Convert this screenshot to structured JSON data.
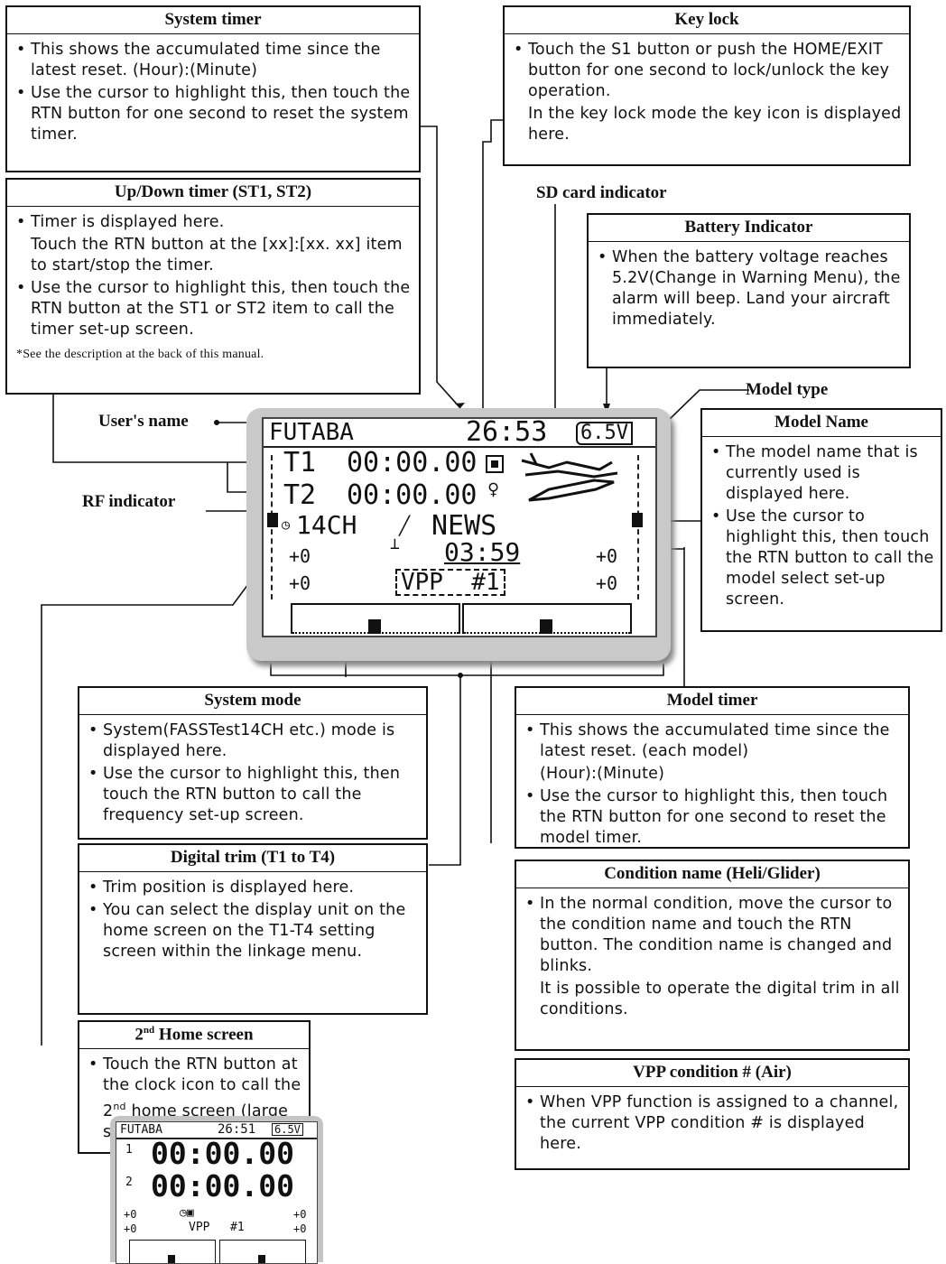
{
  "boxes": {
    "system_timer": {
      "title": "System timer",
      "items": [
        "This shows the accumulated time since the latest reset. (Hour):(Minute)",
        "Use the cursor to highlight this, then touch the RTN button for one second to reset the system timer."
      ]
    },
    "key_lock": {
      "title": "Key lock",
      "item": "Touch the S1 button or push the HOME/EXIT button for one second to lock/unlock the key operation.",
      "para": "In the key lock mode the key icon is displayed here."
    },
    "updown_timer": {
      "title": "Up/Down timer (ST1, ST2)",
      "item1": "Timer is displayed here.",
      "para1": "Touch the RTN button at the [xx]:[xx. xx] item to start/stop the timer.",
      "item2": "Use the cursor to highlight this, then touch the RTN button at the ST1 or ST2 item to call the timer set-up screen.",
      "note": "*See the description at the back of this manual."
    },
    "battery": {
      "title": "Battery Indicator",
      "item": "When the battery voltage reaches 5.2V(Change in Warning Menu), the alarm will beep. Land your aircraft immediately."
    },
    "model_name": {
      "title": "Model Name",
      "items": [
        "The model name that is currently used is displayed here.",
        "Use the cursor to highlight this, then touch the RTN button to call the model select set-up screen."
      ]
    },
    "system_mode": {
      "title": "System mode",
      "items": [
        "System(FASSTest14CH etc.) mode is displayed here.",
        "Use the cursor to highlight this, then touch the RTN button to call the frequency set-up screen."
      ]
    },
    "model_timer": {
      "title": "Model timer",
      "item1": "This shows the accumulated time since the latest reset. (each model)",
      "para1": "(Hour):(Minute)",
      "item2": "Use the cursor to highlight this, then touch the RTN button for one second to reset the model timer."
    },
    "digital_trim": {
      "title": "Digital trim (T1 to T4)",
      "items": [
        "Trim position is displayed here.",
        "You can select the display unit on the home screen on the T1-T4 setting screen within the linkage menu."
      ]
    },
    "condition_name": {
      "title": "Condition name (Heli/Glider)",
      "item": "In the normal condition, move the cursor to the condition name and touch the RTN button. The condition name is changed and blinks.",
      "para": "It is possible to operate the digital trim in all conditions."
    },
    "second_home": {
      "title_pre": "2",
      "title_sup": "nd",
      "title_post": " Home screen",
      "t1": "Touch the RTN button at the clock icon to call the 2",
      "t_sup": "nd",
      "t2": " home screen (large size timer)."
    },
    "vpp_condition": {
      "title": "VPP condition # (Air)",
      "item": "When VPP function is assigned to a channel, the current VPP condition # is displayed here."
    }
  },
  "labels": {
    "sd_card": "SD card indicator",
    "model_type": "Model type",
    "users_name": "User's name",
    "rf_indicator": "RF indicator"
  },
  "lcd": {
    "user": "FUTABA",
    "clock": "26:53",
    "battery": "6.5V",
    "t1_label": "T1",
    "t1_value": "00:00.00",
    "t2_label": "T2",
    "t2_value": "00:00.00",
    "system": "14CH",
    "model": "NEWS",
    "model_timer": "03:59",
    "vpp": "VPP",
    "cond_no": "#1",
    "trim": "+0"
  },
  "mini_lcd": {
    "user": "FUTABA",
    "clock": "26:51",
    "battery": "6.5V",
    "n1": "1",
    "n2": "2",
    "timer1": "00:00.00",
    "timer2": "00:00.00",
    "vpp": "VPP",
    "cond_no": "#1",
    "trim": "+0"
  }
}
